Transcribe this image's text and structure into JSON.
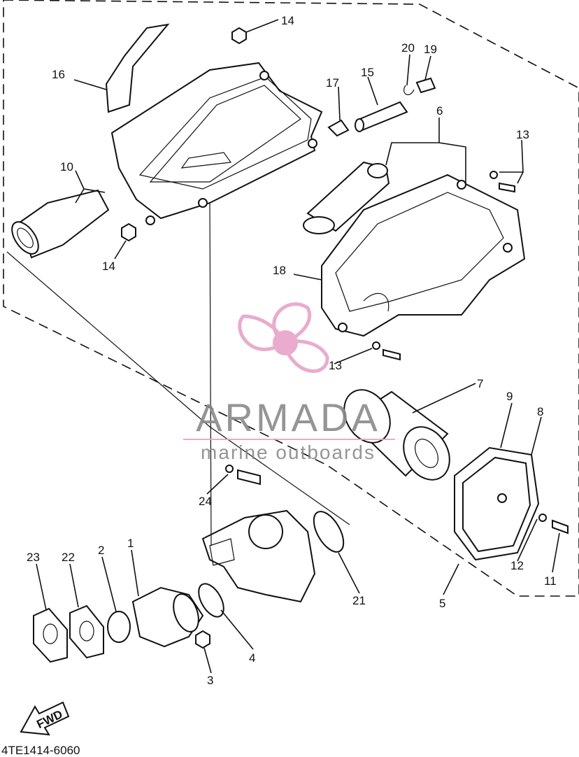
{
  "callouts": [
    {
      "id": "c14a",
      "label": "14"
    },
    {
      "id": "c16",
      "label": "16"
    },
    {
      "id": "c17",
      "label": "17"
    },
    {
      "id": "c15",
      "label": "15"
    },
    {
      "id": "c20",
      "label": "20"
    },
    {
      "id": "c19",
      "label": "19"
    },
    {
      "id": "c6",
      "label": "6"
    },
    {
      "id": "c13a",
      "label": "13"
    },
    {
      "id": "c10",
      "label": "10"
    },
    {
      "id": "c14b",
      "label": "14"
    },
    {
      "id": "c18",
      "label": "18"
    },
    {
      "id": "c13b",
      "label": "13"
    },
    {
      "id": "c7",
      "label": "7"
    },
    {
      "id": "c9",
      "label": "9"
    },
    {
      "id": "c8",
      "label": "8"
    },
    {
      "id": "c24",
      "label": "24"
    },
    {
      "id": "c23",
      "label": "23"
    },
    {
      "id": "c22",
      "label": "22"
    },
    {
      "id": "c2",
      "label": "2"
    },
    {
      "id": "c1",
      "label": "1"
    },
    {
      "id": "c21",
      "label": "21"
    },
    {
      "id": "c12",
      "label": "12"
    },
    {
      "id": "c11",
      "label": "11"
    },
    {
      "id": "c5",
      "label": "5"
    },
    {
      "id": "c4",
      "label": "4"
    },
    {
      "id": "c3",
      "label": "3"
    }
  ],
  "watermark": {
    "brand": "ARMADA",
    "tagline": "marine outboards",
    "accent_color": "#e7a3c9",
    "logo_icon": "propeller-icon"
  },
  "fwd_label": "FWD",
  "drawing_number": "4TE1414-6060",
  "line_color": "#111111"
}
